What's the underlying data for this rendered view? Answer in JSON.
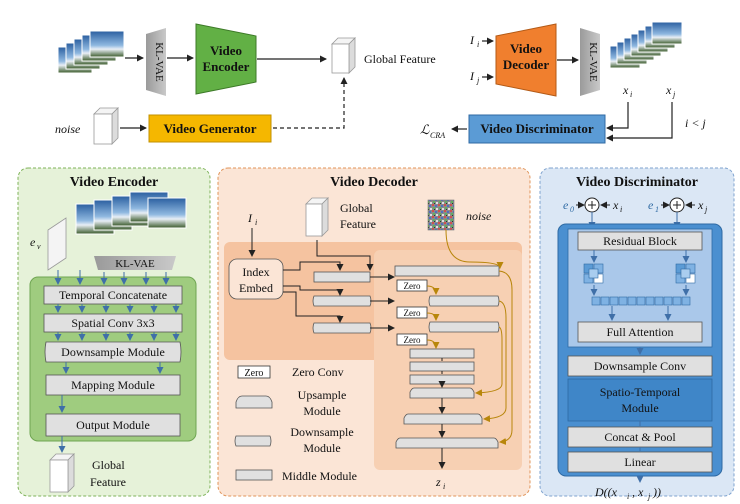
{
  "top": {
    "kl_vae_left": "KL-VAE",
    "video_encoder": [
      "Video",
      "Encoder"
    ],
    "global_feature": "Global Feature",
    "i_i": "I",
    "i_i_sub": "i",
    "i_j": "I",
    "i_j_sub": "j",
    "video_decoder": [
      "Video",
      "Decoder"
    ],
    "kl_vae_right": "KL-VAE",
    "x_i": "x",
    "x_i_sub": "i",
    "x_j": "x",
    "x_j_sub": "j",
    "noise": "noise",
    "video_generator": "Video Generator",
    "video_discriminator": "Video Discriminator",
    "loss": "ℒ",
    "loss_sub": "CRA",
    "i_less_j": "i < j"
  },
  "encoder_panel": {
    "title": "Video Encoder",
    "e_v": "e",
    "e_v_sub": "v",
    "kl_vae": "KL-VAE",
    "modules": [
      "Temporal Concatenate",
      "Spatial Conv 3x3",
      "Downsample Module",
      "Mapping Module",
      "Output Module"
    ],
    "global_feature": [
      "Global",
      "Feature"
    ]
  },
  "decoder_panel": {
    "title": "Video Decoder",
    "i_i": "I",
    "i_i_sub": "i",
    "global_feature": [
      "Global",
      "Feature"
    ],
    "noise": "noise",
    "index_embed": [
      "Index",
      "Embed"
    ],
    "zero": "Zero",
    "legend": {
      "zero_conv": "Zero Conv",
      "upsample": [
        "Upsample",
        "Module"
      ],
      "downsample": [
        "Downsample",
        "Module"
      ],
      "middle": "Middle Module"
    },
    "z_i": "z",
    "z_i_sub": "i"
  },
  "discriminator_panel": {
    "title": "Video Discriminator",
    "e0": "e",
    "e0_sub": "0",
    "e1": "e",
    "e1_sub": "1",
    "x_i": "x",
    "x_i_sub": "i",
    "x_j": "x",
    "x_j_sub": "j",
    "residual_block": "Residual Block",
    "full_attention": "Full Attention",
    "downsample_conv": "Downsample Conv",
    "spatio_temporal": [
      "Spatio-Temporal",
      "Module"
    ],
    "concat_pool": "Concat & Pool",
    "linear": "Linear",
    "output": "D((x",
    "output_sub1": "i",
    "output_mid": ", x",
    "output_sub2": "j",
    "output_end": "))"
  },
  "colors": {
    "encoder_green": "#62b045",
    "decoder_orange": "#f07f2e",
    "generator_yellow": "#f5b700",
    "discriminator_blue": "#3f86c8",
    "encoder_panel_bg": "#e6f2d9",
    "decoder_panel_bg": "#fbe5d6",
    "discriminator_panel_bg": "#dbe7f5"
  }
}
